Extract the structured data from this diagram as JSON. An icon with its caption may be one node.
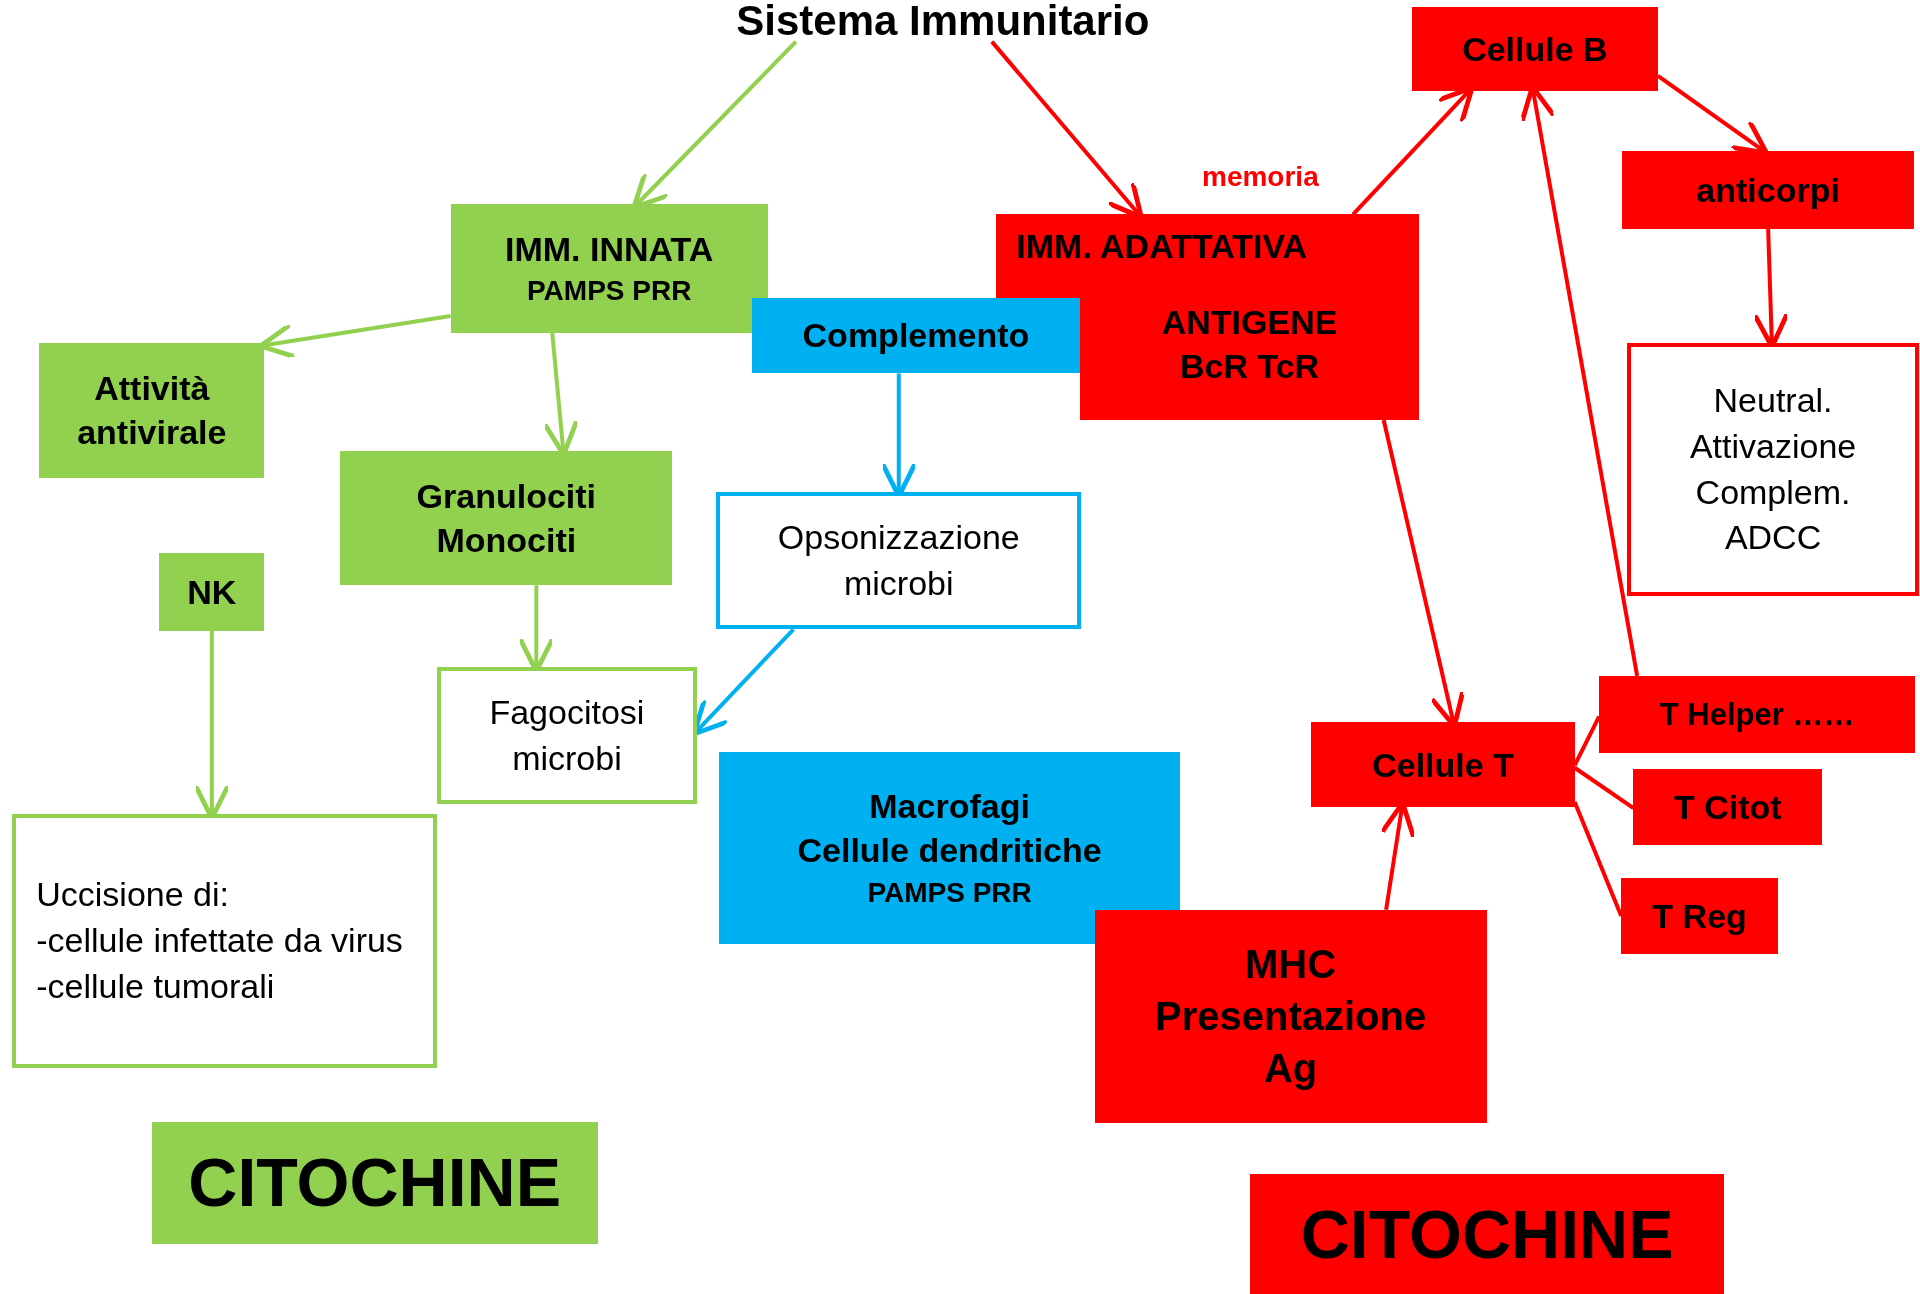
{
  "diagram": {
    "nodes": [
      {
        "text": [
          "Sistema Immunitario"
        ]
      },
      {
        "text": [
          "IMM. INNATA",
          "PAMPS PRR"
        ]
      },
      {
        "text": [
          "Attività antivirale"
        ]
      },
      {
        "text": [
          "Granulociti",
          "Monociti"
        ]
      },
      {
        "text": [
          "NK"
        ]
      },
      {
        "text": [
          "Fagocitosi microbi"
        ]
      },
      {
        "text": [
          "Uccisione di:",
          "-cellule infettate da virus",
          "-cellule tumorali"
        ]
      },
      {
        "text": [
          "CITOCHINE"
        ]
      },
      {
        "text": [
          "Complemento"
        ]
      },
      {
        "text": [
          "Opsonizzazione microbi"
        ]
      },
      {
        "text": [
          "Macrofagi",
          "Cellule dendritiche",
          "PAMPS PRR"
        ]
      },
      {
        "text": [
          "IMM. ADATTATIVA",
          "ANTIGENE",
          "BcR TcR"
        ]
      },
      {
        "text": [
          "Cellule B"
        ]
      },
      {
        "text": [
          "anticorpi"
        ]
      },
      {
        "text": [
          "Neutral.",
          "Attivazione",
          "Complem.",
          "ADCC"
        ]
      },
      {
        "text": [
          "Cellule T"
        ]
      },
      {
        "text": [
          "T Helper ……"
        ]
      },
      {
        "text": [
          "T Citot"
        ]
      },
      {
        "text": [
          "T Reg"
        ]
      },
      {
        "text": [
          "MHC",
          "Presentazione",
          "Ag"
        ]
      },
      {
        "text": [
          "CITOCHINE"
        ]
      }
    ],
    "edges": [
      {
        "from": 0,
        "to": 1,
        "arrow": "to",
        "color": "#92d050"
      },
      {
        "from": 0,
        "to": 11,
        "arrow": "to"
      },
      {
        "from": 1,
        "to": 2,
        "arrow": "to",
        "color": "#92d050"
      },
      {
        "from": 1,
        "to": 3,
        "arrow": "to",
        "color": "#92d050"
      },
      {
        "from": 3,
        "to": 5,
        "arrow": "to",
        "color": "#92d050"
      },
      {
        "from": 4,
        "to": 6,
        "arrow": "to",
        "color": "#92d050"
      },
      {
        "from": 8,
        "to": 9,
        "arrow": "to",
        "color": "#00b0f0"
      },
      {
        "from": 9,
        "to": 5,
        "arrow": "to",
        "color": "#00b0f0"
      },
      {
        "from": 11,
        "to": 12,
        "arrow": "to",
        "label": "memoria"
      },
      {
        "from": 12,
        "to": 13,
        "arrow": "to"
      },
      {
        "from": 13,
        "to": 14,
        "arrow": "to"
      },
      {
        "from": 11,
        "to": 15,
        "arrow": "to"
      },
      {
        "from": 16,
        "to": 12,
        "arrow": "to"
      },
      {
        "from": 15,
        "to": 16,
        "arrow": "none"
      },
      {
        "from": 15,
        "to": 17,
        "arrow": "none"
      },
      {
        "from": 15,
        "to": 18,
        "arrow": "none"
      },
      {
        "from": 19,
        "to": 15,
        "arrow": "to"
      }
    ]
  }
}
